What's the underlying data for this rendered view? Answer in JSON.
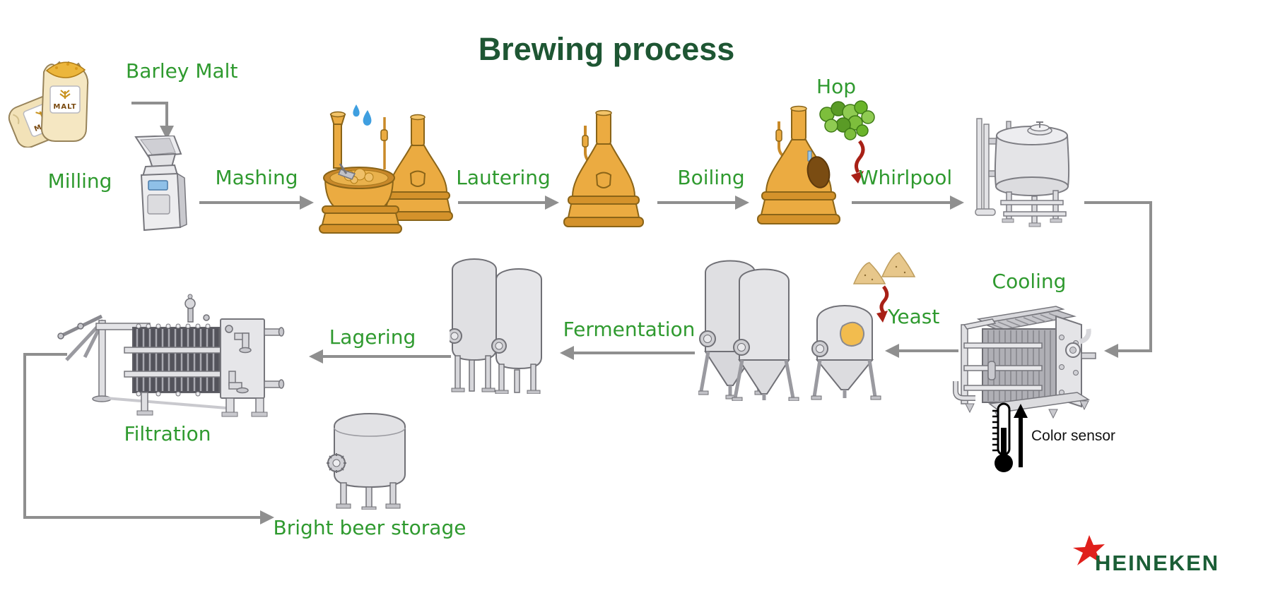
{
  "title": "Brewing process",
  "labels": {
    "barley_malt": "Barley Malt",
    "milling": "Milling",
    "mashing": "Mashing",
    "lautering": "Lautering",
    "boiling": "Boiling",
    "hop": "Hop",
    "whirlpool": "Whirlpool",
    "cooling": "Cooling",
    "yeast": "Yeast",
    "fermentation": "Fermentation",
    "lagering": "Lagering",
    "filtration": "Filtration",
    "bright_beer_storage": "Bright beer storage",
    "color_sensor": "Color sensor"
  },
  "bag_text": "MALT",
  "logo_text": "HEINEKEN",
  "flow_order": [
    "Barley Malt",
    "Milling",
    "Mashing",
    "Lautering",
    "Boiling",
    "Whirlpool",
    "Cooling",
    "Fermentation",
    "Lagering",
    "Filtration",
    "Bright beer storage"
  ],
  "additions": {
    "boiling": "Hop",
    "fermentation": "Yeast"
  },
  "colors": {
    "label_green": "#2f9a2f",
    "title_green": "#1e5633",
    "arrow_gray": "#8f8f8f",
    "copper": "#ebab41",
    "copper_band": "#d4922b",
    "tank_gray": "#e2e2e5",
    "red_accent": "#a82016",
    "water_blue": "#3f9fe0",
    "hop_green": "#6ab42a",
    "yeast_tan": "#e7c78b",
    "heineken_green": "#1b5e36",
    "heineken_red": "#e0201c",
    "sensor_black": "#000000"
  }
}
